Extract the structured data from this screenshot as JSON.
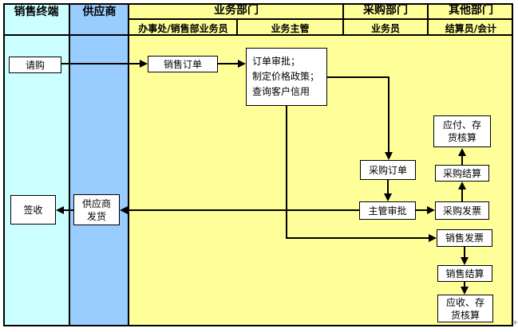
{
  "lanes": {
    "sales_terminal": {
      "label": "销售终端"
    },
    "supplier": {
      "label": "供应商"
    },
    "business": {
      "label": "业务部门",
      "sub_left": "办事处/销售部业务员",
      "sub_right": "业务主管"
    },
    "purchasing": {
      "label": "采购部门",
      "sub": "业务员"
    },
    "other": {
      "label": "其他部门",
      "sub": "结算员/会计"
    }
  },
  "nodes": {
    "request_purchase": "请购",
    "sales_order": "销售订单",
    "order_approval": {
      "line1": "订单审批；",
      "line2": "制定价格政策；",
      "line3": "查询客户信用"
    },
    "purchase_order": "采购订单",
    "supervisor_approval": "主管审批",
    "purchase_invoice": "采购发票",
    "purchase_settlement": "采购结算",
    "payable_inventory": {
      "line1": "应付、存",
      "line2": "货核算"
    },
    "sales_invoice": "销售发票",
    "sales_settlement": "销售结算",
    "receivable_inventory": {
      "line1": "应收、存",
      "line2": "货核算"
    },
    "sign_receipt": "签收",
    "supplier_shipment": {
      "line1": "供应商",
      "line2": "发货"
    }
  },
  "colors": {
    "lane_sales_terminal": "#CCFFFF",
    "lane_supplier": "#99CCFF",
    "lane_yellow": "#FFFF99",
    "node_fill": "#FFFFFF",
    "line": "#000000"
  },
  "artifacts": {
    "corner_marker": "+"
  }
}
